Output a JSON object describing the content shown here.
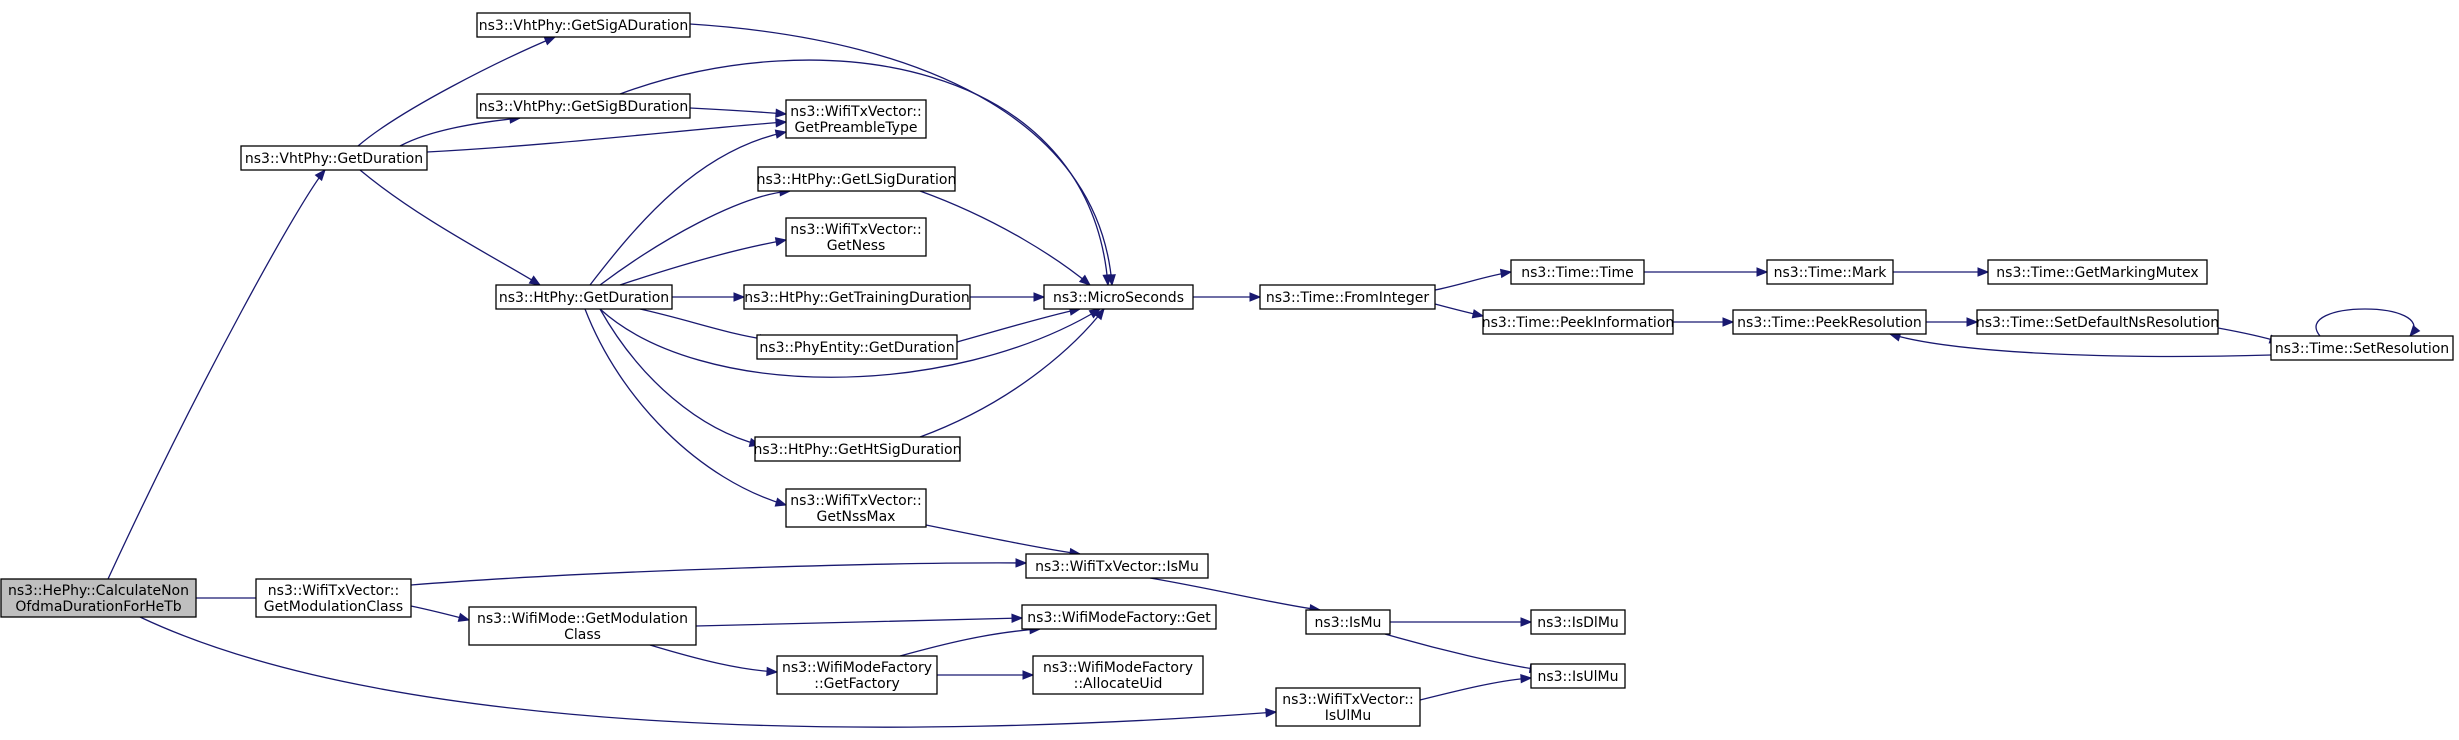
{
  "diagram": {
    "nodes": [
      {
        "id": "calc",
        "lines": [
          "ns3::HePhy::CalculateNon",
          "OfdmaDurationForHeTb"
        ],
        "root": true
      },
      {
        "id": "vhtGetDuration",
        "lines": [
          "ns3::VhtPhy::GetDuration"
        ]
      },
      {
        "id": "getModClass",
        "lines": [
          "ns3::WifiTxVector::",
          "GetModulationClass"
        ]
      },
      {
        "id": "sigA",
        "lines": [
          "ns3::VhtPhy::GetSigADuration"
        ]
      },
      {
        "id": "sigB",
        "lines": [
          "ns3::VhtPhy::GetSigBDuration"
        ]
      },
      {
        "id": "htGetDuration",
        "lines": [
          "ns3::HtPhy::GetDuration"
        ]
      },
      {
        "id": "wmGetModClass",
        "lines": [
          "ns3::WifiMode::GetModulation",
          "Class"
        ]
      },
      {
        "id": "preamble",
        "lines": [
          "ns3::WifiTxVector::",
          "GetPreambleType"
        ]
      },
      {
        "id": "lsig",
        "lines": [
          "ns3::HtPhy::GetLSigDuration"
        ]
      },
      {
        "id": "ness",
        "lines": [
          "ns3::WifiTxVector::",
          "GetNess"
        ]
      },
      {
        "id": "training",
        "lines": [
          "ns3::HtPhy::GetTrainingDuration"
        ]
      },
      {
        "id": "phyEntity",
        "lines": [
          "ns3::PhyEntity::GetDuration"
        ]
      },
      {
        "id": "htsig",
        "lines": [
          "ns3::HtPhy::GetHtSigDuration"
        ]
      },
      {
        "id": "nssMax",
        "lines": [
          "ns3::WifiTxVector::",
          "GetNssMax"
        ]
      },
      {
        "id": "isMuVec",
        "lines": [
          "ns3::WifiTxVector::IsMu"
        ]
      },
      {
        "id": "wmfGet",
        "lines": [
          "ns3::WifiModeFactory::Get"
        ]
      },
      {
        "id": "getFactory",
        "lines": [
          "ns3::WifiModeFactory",
          "::GetFactory"
        ]
      },
      {
        "id": "allocUid",
        "lines": [
          "ns3::WifiModeFactory",
          "::AllocateUid"
        ]
      },
      {
        "id": "micro",
        "lines": [
          "ns3::MicroSeconds"
        ]
      },
      {
        "id": "isUlMuVec",
        "lines": [
          "ns3::WifiTxVector::",
          "IsUlMu"
        ]
      },
      {
        "id": "fromInt",
        "lines": [
          "ns3::Time::FromInteger"
        ]
      },
      {
        "id": "isMu",
        "lines": [
          "ns3::IsMu"
        ]
      },
      {
        "id": "time",
        "lines": [
          "ns3::Time::Time"
        ]
      },
      {
        "id": "peekInfo",
        "lines": [
          "ns3::Time::PeekInformation"
        ]
      },
      {
        "id": "isDlMu",
        "lines": [
          "ns3::IsDlMu"
        ]
      },
      {
        "id": "isUlMu",
        "lines": [
          "ns3::IsUlMu"
        ]
      },
      {
        "id": "mark",
        "lines": [
          "ns3::Time::Mark"
        ]
      },
      {
        "id": "peekRes",
        "lines": [
          "ns3::Time::PeekResolution"
        ]
      },
      {
        "id": "markMutex",
        "lines": [
          "ns3::Time::GetMarkingMutex"
        ]
      },
      {
        "id": "setDefRes",
        "lines": [
          "ns3::Time::SetDefaultNsResolution"
        ]
      },
      {
        "id": "setRes",
        "lines": [
          "ns3::Time::SetResolution"
        ]
      }
    ],
    "edges": [
      {
        "from": "calc",
        "to": "vhtGetDuration"
      },
      {
        "from": "calc",
        "to": "getModClass"
      },
      {
        "from": "calc",
        "to": "isUlMuVec"
      },
      {
        "from": "vhtGetDuration",
        "to": "sigA"
      },
      {
        "from": "vhtGetDuration",
        "to": "sigB"
      },
      {
        "from": "vhtGetDuration",
        "to": "preamble"
      },
      {
        "from": "vhtGetDuration",
        "to": "htGetDuration"
      },
      {
        "from": "sigA",
        "to": "micro"
      },
      {
        "from": "sigB",
        "to": "micro"
      },
      {
        "from": "sigB",
        "to": "preamble"
      },
      {
        "from": "htGetDuration",
        "to": "preamble"
      },
      {
        "from": "htGetDuration",
        "to": "lsig"
      },
      {
        "from": "htGetDuration",
        "to": "ness"
      },
      {
        "from": "htGetDuration",
        "to": "training"
      },
      {
        "from": "htGetDuration",
        "to": "phyEntity"
      },
      {
        "from": "htGetDuration",
        "to": "micro"
      },
      {
        "from": "htGetDuration",
        "to": "htsig"
      },
      {
        "from": "htGetDuration",
        "to": "nssMax"
      },
      {
        "from": "lsig",
        "to": "micro"
      },
      {
        "from": "training",
        "to": "micro"
      },
      {
        "from": "phyEntity",
        "to": "micro"
      },
      {
        "from": "htsig",
        "to": "micro"
      },
      {
        "from": "nssMax",
        "to": "isMuVec"
      },
      {
        "from": "getModClass",
        "to": "isMuVec"
      },
      {
        "from": "getModClass",
        "to": "wmGetModClass"
      },
      {
        "from": "wmGetModClass",
        "to": "wmfGet"
      },
      {
        "from": "wmGetModClass",
        "to": "getFactory"
      },
      {
        "from": "getFactory",
        "to": "wmfGet"
      },
      {
        "from": "getFactory",
        "to": "allocUid"
      },
      {
        "from": "isMuVec",
        "to": "isMu"
      },
      {
        "from": "isMu",
        "to": "isDlMu"
      },
      {
        "from": "isMu",
        "to": "isUlMu"
      },
      {
        "from": "isUlMuVec",
        "to": "isUlMu"
      },
      {
        "from": "micro",
        "to": "fromInt"
      },
      {
        "from": "fromInt",
        "to": "time"
      },
      {
        "from": "fromInt",
        "to": "peekInfo"
      },
      {
        "from": "time",
        "to": "mark"
      },
      {
        "from": "mark",
        "to": "markMutex"
      },
      {
        "from": "peekInfo",
        "to": "peekRes"
      },
      {
        "from": "peekRes",
        "to": "setDefRes"
      },
      {
        "from": "setDefRes",
        "to": "setRes"
      },
      {
        "from": "setRes",
        "to": "peekRes"
      },
      {
        "from": "setRes",
        "to": "setRes"
      }
    ]
  }
}
